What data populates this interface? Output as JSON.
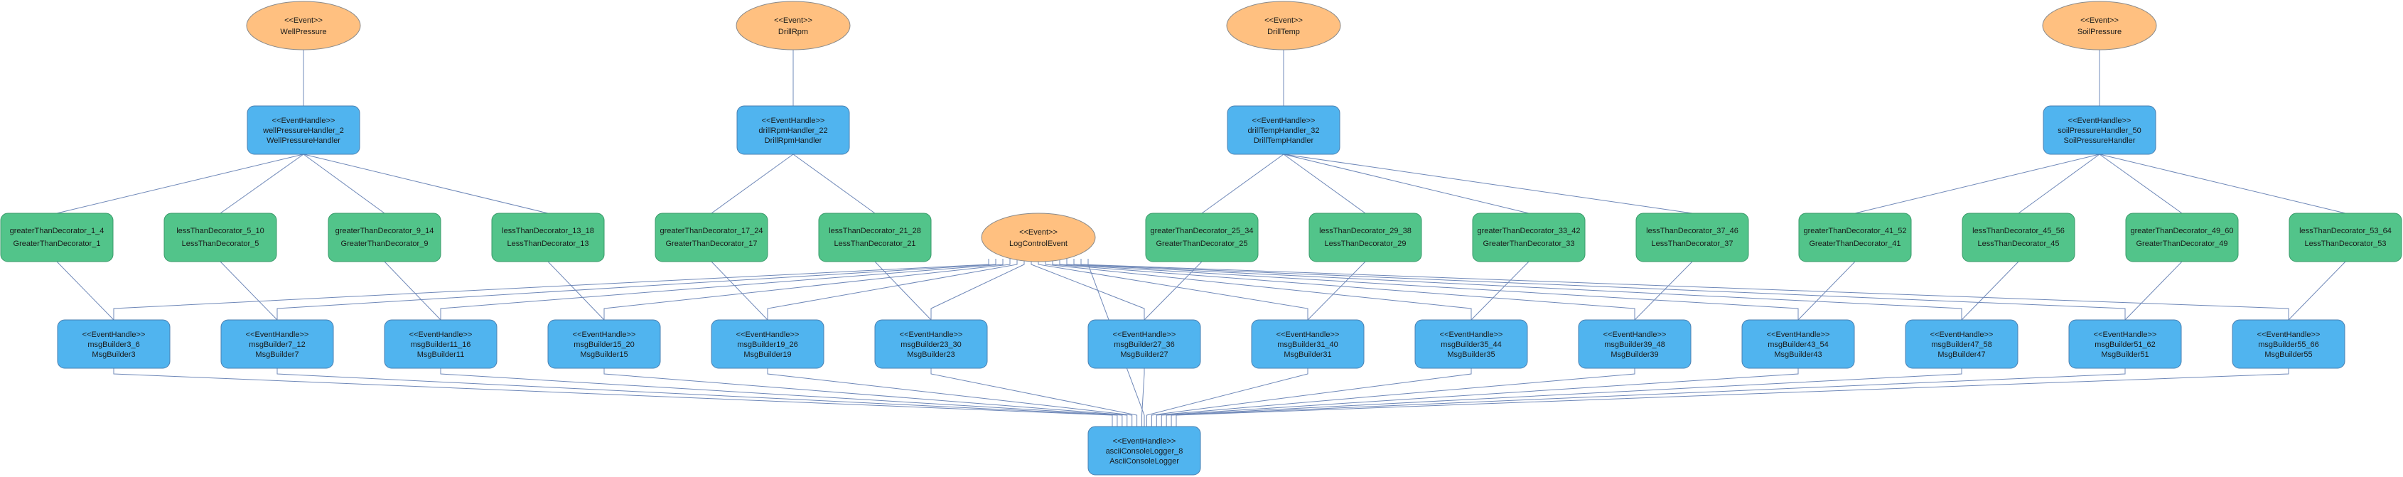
{
  "diagram": {
    "nodes": [
      {
        "id": "e_wellpressure",
        "kind": "event",
        "stereotype": "<<Event>>",
        "lines": [
          "WellPressure"
        ]
      },
      {
        "id": "e_drillrpm",
        "kind": "event",
        "stereotype": "<<Event>>",
        "lines": [
          "DrillRpm"
        ]
      },
      {
        "id": "e_drilltemp",
        "kind": "event",
        "stereotype": "<<Event>>",
        "lines": [
          "DrillTemp"
        ]
      },
      {
        "id": "e_soilpressure",
        "kind": "event",
        "stereotype": "<<Event>>",
        "lines": [
          "SoilPressure"
        ]
      },
      {
        "id": "e_logcontrol",
        "kind": "event",
        "stereotype": "<<Event>>",
        "lines": [
          "LogControlEvent"
        ]
      },
      {
        "id": "h_wellpressure",
        "kind": "handler",
        "stereotype": "<<EventHandle>>",
        "lines": [
          "wellPressureHandler_2",
          "WellPressureHandler"
        ]
      },
      {
        "id": "h_drillrpm",
        "kind": "handler",
        "stereotype": "<<EventHandle>>",
        "lines": [
          "drillRpmHandler_22",
          "DrillRpmHandler"
        ]
      },
      {
        "id": "h_drilltemp",
        "kind": "handler",
        "stereotype": "<<EventHandle>>",
        "lines": [
          "drillTempHandler_32",
          "DrillTempHandler"
        ]
      },
      {
        "id": "h_soilpressure",
        "kind": "handler",
        "stereotype": "<<EventHandle>>",
        "lines": [
          "soilPressureHandler_50",
          "SoilPressureHandler"
        ]
      },
      {
        "id": "d1",
        "kind": "decorator",
        "stereotype": "",
        "lines": [
          "greaterThanDecorator_1_4",
          "GreaterThanDecorator_1"
        ]
      },
      {
        "id": "d5",
        "kind": "decorator",
        "stereotype": "",
        "lines": [
          "lessThanDecorator_5_10",
          "LessThanDecorator_5"
        ]
      },
      {
        "id": "d9",
        "kind": "decorator",
        "stereotype": "",
        "lines": [
          "greaterThanDecorator_9_14",
          "GreaterThanDecorator_9"
        ]
      },
      {
        "id": "d13",
        "kind": "decorator",
        "stereotype": "",
        "lines": [
          "lessThanDecorator_13_18",
          "LessThanDecorator_13"
        ]
      },
      {
        "id": "d17",
        "kind": "decorator",
        "stereotype": "",
        "lines": [
          "greaterThanDecorator_17_24",
          "GreaterThanDecorator_17"
        ]
      },
      {
        "id": "d21",
        "kind": "decorator",
        "stereotype": "",
        "lines": [
          "lessThanDecorator_21_28",
          "LessThanDecorator_21"
        ]
      },
      {
        "id": "d25",
        "kind": "decorator",
        "stereotype": "",
        "lines": [
          "greaterThanDecorator_25_34",
          "GreaterThanDecorator_25"
        ]
      },
      {
        "id": "d29",
        "kind": "decorator",
        "stereotype": "",
        "lines": [
          "lessThanDecorator_29_38",
          "LessThanDecorator_29"
        ]
      },
      {
        "id": "d33",
        "kind": "decorator",
        "stereotype": "",
        "lines": [
          "greaterThanDecorator_33_42",
          "GreaterThanDecorator_33"
        ]
      },
      {
        "id": "d37",
        "kind": "decorator",
        "stereotype": "",
        "lines": [
          "lessThanDecorator_37_46",
          "LessThanDecorator_37"
        ]
      },
      {
        "id": "d41",
        "kind": "decorator",
        "stereotype": "",
        "lines": [
          "greaterThanDecorator_41_52",
          "GreaterThanDecorator_41"
        ]
      },
      {
        "id": "d45",
        "kind": "decorator",
        "stereotype": "",
        "lines": [
          "lessThanDecorator_45_56",
          "LessThanDecorator_45"
        ]
      },
      {
        "id": "d49",
        "kind": "decorator",
        "stereotype": "",
        "lines": [
          "greaterThanDecorator_49_60",
          "GreaterThanDecorator_49"
        ]
      },
      {
        "id": "d53",
        "kind": "decorator",
        "stereotype": "",
        "lines": [
          "lessThanDecorator_53_64",
          "LessThanDecorator_53"
        ]
      },
      {
        "id": "m3",
        "kind": "handler",
        "stereotype": "<<EventHandle>>",
        "lines": [
          "msgBuilder3_6",
          "MsgBuilder3"
        ]
      },
      {
        "id": "m7",
        "kind": "handler",
        "stereotype": "<<EventHandle>>",
        "lines": [
          "msgBuilder7_12",
          "MsgBuilder7"
        ]
      },
      {
        "id": "m11",
        "kind": "handler",
        "stereotype": "<<EventHandle>>",
        "lines": [
          "msgBuilder11_16",
          "MsgBuilder11"
        ]
      },
      {
        "id": "m15",
        "kind": "handler",
        "stereotype": "<<EventHandle>>",
        "lines": [
          "msgBuilder15_20",
          "MsgBuilder15"
        ]
      },
      {
        "id": "m19",
        "kind": "handler",
        "stereotype": "<<EventHandle>>",
        "lines": [
          "msgBuilder19_26",
          "MsgBuilder19"
        ]
      },
      {
        "id": "m23",
        "kind": "handler",
        "stereotype": "<<EventHandle>>",
        "lines": [
          "msgBuilder23_30",
          "MsgBuilder23"
        ]
      },
      {
        "id": "m27",
        "kind": "handler",
        "stereotype": "<<EventHandle>>",
        "lines": [
          "msgBuilder27_36",
          "MsgBuilder27"
        ]
      },
      {
        "id": "m31",
        "kind": "handler",
        "stereotype": "<<EventHandle>>",
        "lines": [
          "msgBuilder31_40",
          "MsgBuilder31"
        ]
      },
      {
        "id": "m35",
        "kind": "handler",
        "stereotype": "<<EventHandle>>",
        "lines": [
          "msgBuilder35_44",
          "MsgBuilder35"
        ]
      },
      {
        "id": "m39",
        "kind": "handler",
        "stereotype": "<<EventHandle>>",
        "lines": [
          "msgBuilder39_48",
          "MsgBuilder39"
        ]
      },
      {
        "id": "m43",
        "kind": "handler",
        "stereotype": "<<EventHandle>>",
        "lines": [
          "msgBuilder43_54",
          "MsgBuilder43"
        ]
      },
      {
        "id": "m47",
        "kind": "handler",
        "stereotype": "<<EventHandle>>",
        "lines": [
          "msgBuilder47_58",
          "MsgBuilder47"
        ]
      },
      {
        "id": "m51",
        "kind": "handler",
        "stereotype": "<<EventHandle>>",
        "lines": [
          "msgBuilder51_62",
          "MsgBuilder51"
        ]
      },
      {
        "id": "m55",
        "kind": "handler",
        "stereotype": "<<EventHandle>>",
        "lines": [
          "msgBuilder55_66",
          "MsgBuilder55"
        ]
      },
      {
        "id": "logger",
        "kind": "handler",
        "stereotype": "<<EventHandle>>",
        "lines": [
          "asciiConsoleLogger_8",
          "AsciiConsoleLogger"
        ]
      }
    ],
    "edges": [
      [
        "e_wellpressure",
        "h_wellpressure"
      ],
      [
        "e_drillrpm",
        "h_drillrpm"
      ],
      [
        "e_drilltemp",
        "h_drilltemp"
      ],
      [
        "e_soilpressure",
        "h_soilpressure"
      ],
      [
        "h_wellpressure",
        "d1"
      ],
      [
        "h_wellpressure",
        "d5"
      ],
      [
        "h_wellpressure",
        "d9"
      ],
      [
        "h_wellpressure",
        "d13"
      ],
      [
        "h_drillrpm",
        "d17"
      ],
      [
        "h_drillrpm",
        "d21"
      ],
      [
        "h_drilltemp",
        "d25"
      ],
      [
        "h_drilltemp",
        "d29"
      ],
      [
        "h_drilltemp",
        "d33"
      ],
      [
        "h_drilltemp",
        "d37"
      ],
      [
        "h_soilpressure",
        "d41"
      ],
      [
        "h_soilpressure",
        "d45"
      ],
      [
        "h_soilpressure",
        "d49"
      ],
      [
        "h_soilpressure",
        "d53"
      ],
      [
        "d1",
        "m3"
      ],
      [
        "d5",
        "m7"
      ],
      [
        "d9",
        "m11"
      ],
      [
        "d13",
        "m15"
      ],
      [
        "d17",
        "m19"
      ],
      [
        "d21",
        "m23"
      ],
      [
        "d25",
        "m27"
      ],
      [
        "d29",
        "m31"
      ],
      [
        "d33",
        "m35"
      ],
      [
        "d37",
        "m39"
      ],
      [
        "d41",
        "m43"
      ],
      [
        "d45",
        "m47"
      ],
      [
        "d49",
        "m51"
      ],
      [
        "d53",
        "m55"
      ],
      [
        "e_logcontrol",
        "m3"
      ],
      [
        "e_logcontrol",
        "m7"
      ],
      [
        "e_logcontrol",
        "m11"
      ],
      [
        "e_logcontrol",
        "m15"
      ],
      [
        "e_logcontrol",
        "m19"
      ],
      [
        "e_logcontrol",
        "m23"
      ],
      [
        "e_logcontrol",
        "m27"
      ],
      [
        "e_logcontrol",
        "m31"
      ],
      [
        "e_logcontrol",
        "m35"
      ],
      [
        "e_logcontrol",
        "m39"
      ],
      [
        "e_logcontrol",
        "m43"
      ],
      [
        "e_logcontrol",
        "m47"
      ],
      [
        "e_logcontrol",
        "m51"
      ],
      [
        "e_logcontrol",
        "m55"
      ],
      [
        "e_logcontrol",
        "logger"
      ],
      [
        "m3",
        "logger"
      ],
      [
        "m7",
        "logger"
      ],
      [
        "m11",
        "logger"
      ],
      [
        "m15",
        "logger"
      ],
      [
        "m19",
        "logger"
      ],
      [
        "m23",
        "logger"
      ],
      [
        "m27",
        "logger"
      ],
      [
        "m31",
        "logger"
      ],
      [
        "m35",
        "logger"
      ],
      [
        "m39",
        "logger"
      ],
      [
        "m43",
        "logger"
      ],
      [
        "m47",
        "logger"
      ],
      [
        "m51",
        "logger"
      ],
      [
        "m55",
        "logger"
      ]
    ]
  },
  "colors": {
    "event_fill": "#ffc080",
    "handler_fill": "#50b4ef",
    "decorator_fill": "#52c48a",
    "edge": "#6f88b8"
  }
}
